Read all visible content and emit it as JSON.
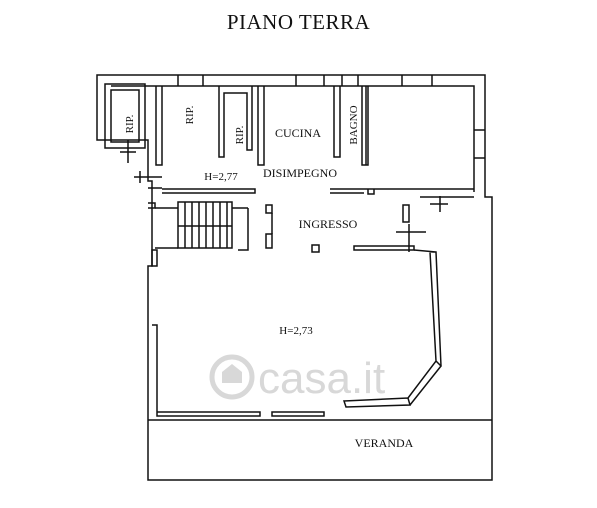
{
  "title": "PIANO TERRA",
  "rooms": {
    "rip_1": "RIP.",
    "rip_2": "RIP.",
    "rip_3": "RIP.",
    "cucina": "CUCINA",
    "bagno": "BAGNO",
    "disimpegno": "DISIMPEGNO",
    "ingresso": "INGRESSO",
    "veranda": "VERANDA"
  },
  "heights": {
    "upper": "H=2,77",
    "main": "H=2,73"
  },
  "watermark": {
    "text": "casa.it",
    "icon": "house-icon"
  },
  "colors": {
    "wall": "#111111",
    "wall_fill": "#ffffff",
    "watermark": "#d8d8d8"
  }
}
